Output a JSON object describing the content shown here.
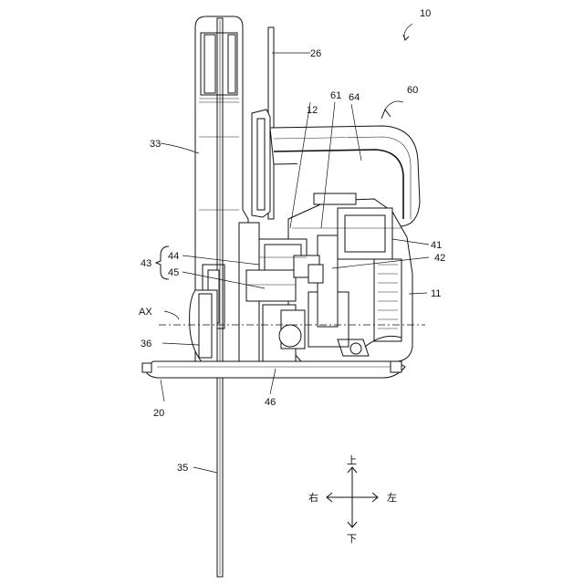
{
  "labels": {
    "l10": "10",
    "l26": "26",
    "l60": "60",
    "l61": "61",
    "l64": "64",
    "l12": "12",
    "l33": "33",
    "l41": "41",
    "l42": "42",
    "l43": "43",
    "l44": "44",
    "l45": "45",
    "l11": "11",
    "lAX": "AX",
    "l36": "36",
    "l46": "46",
    "l20": "20",
    "l35": "35"
  },
  "directions": {
    "up": "上",
    "down": "下",
    "right": "右",
    "left": "左"
  }
}
